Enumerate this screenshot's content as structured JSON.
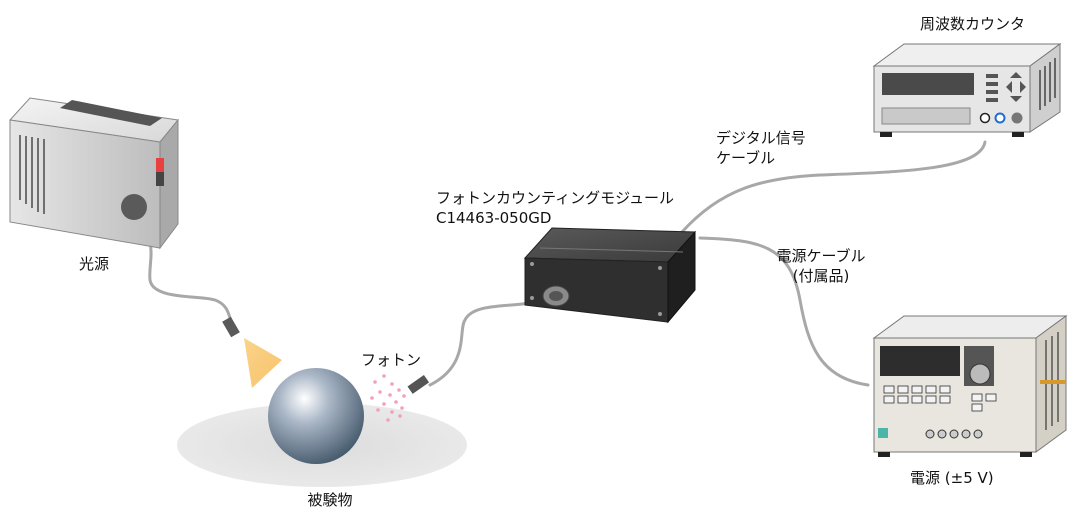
{
  "labels": {
    "light_source": "光源",
    "subject": "被験物",
    "photon": "フォトン",
    "module_name": "フォトンカウンティングモジュール",
    "module_model": "C14463-050GD",
    "signal_cable_line1": "デジタル信号",
    "signal_cable_line2": "ケーブル",
    "frequency_counter": "周波数カウンタ",
    "power_cable_line1": "電源ケーブル",
    "power_cable_line2": "(付属品)",
    "power_supply": "電源 (±5 V)"
  }
}
